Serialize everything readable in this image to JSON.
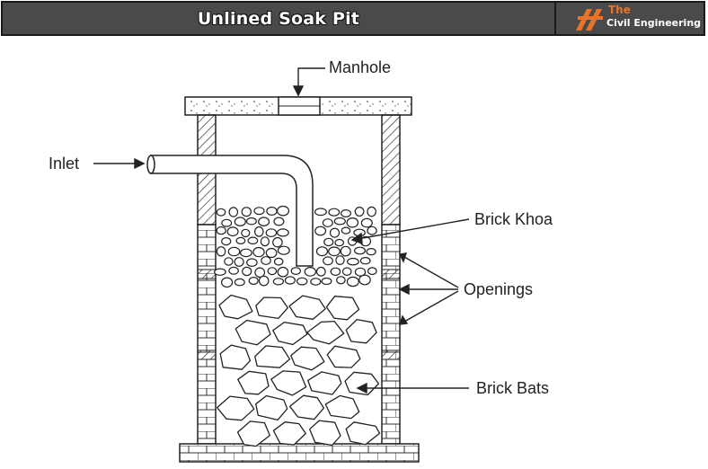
{
  "header": {
    "title": "Unlined Soak Pit",
    "logo": {
      "the": "The",
      "name": "Civil Engineering"
    }
  },
  "diagram": {
    "labels": {
      "manhole": "Manhole",
      "inlet": "Inlet",
      "brick_khoa": "Brick Khoa",
      "openings": "Openings",
      "brick_bats": "Brick Bats"
    }
  },
  "colors": {
    "header_bg": "#4a4a4a",
    "logo_accent": "#e8742b",
    "line": "#222222"
  }
}
